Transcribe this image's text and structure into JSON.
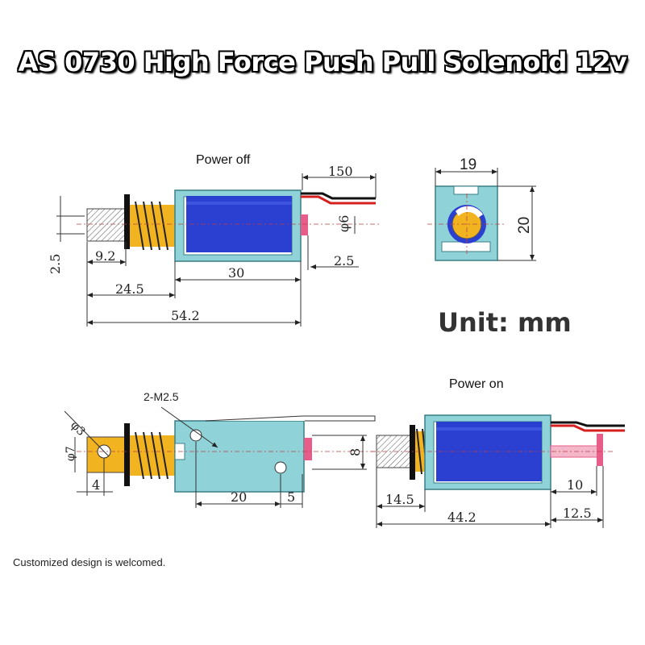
{
  "title": "AS 0730 High Force Push Pull Solenoid 12v",
  "unit_label": "Unit: mm",
  "footer": "Customized design is welcomed.",
  "colors": {
    "frame": "#8fd3d8",
    "coil": "#2b3fd1",
    "spring": "#f2b320",
    "wire_red": "#d62020",
    "wire_black": "#111111",
    "plunger_pink": "#e85c8a"
  },
  "power_off": {
    "label": "Power off",
    "dims": {
      "wire": "150",
      "dia": "φ6",
      "w30": "30",
      "gap": "2.5",
      "h25": "2.5",
      "d92": "9.2",
      "d245": "24.5",
      "d542": "54.2"
    }
  },
  "end_view": {
    "width": "19",
    "height": "20"
  },
  "bottom_view": {
    "dims": {
      "d3": "φ3",
      "screw": "2-M2.5",
      "d7": "φ7",
      "d4": "4",
      "d20": "20",
      "d5": "5",
      "d8": "8"
    }
  },
  "power_on": {
    "label": "Power on",
    "dims": {
      "d145": "14.5",
      "d442": "44.2",
      "d10": "10",
      "d125": "12.5"
    }
  }
}
